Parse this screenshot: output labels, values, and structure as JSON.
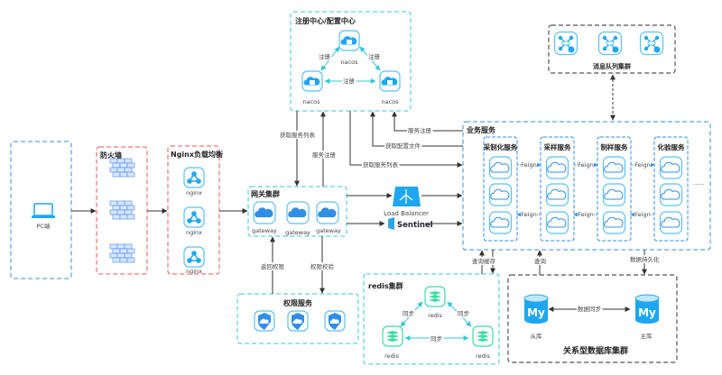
{
  "colors": {
    "blue_border": "#2f8fe8",
    "red_border": "#f05050",
    "cyan_border": "#36c7d9",
    "dark_border": "#555555",
    "icon_blue": "#1ea7f0",
    "redis_green": "#3ddca0"
  },
  "client": {
    "title": "",
    "label": "PC端",
    "icon": "laptop-icon"
  },
  "firewall": {
    "title": "防火墙",
    "icon": "firewall-icon"
  },
  "nginx": {
    "title": "Nginx负载均衡",
    "nodes": [
      "nginx",
      "nginx",
      "nginx"
    ],
    "icon": "share-nodes-icon"
  },
  "registry": {
    "title": "注册中心/配置中心",
    "nodes": [
      "nacos",
      "nacos",
      "nacos"
    ],
    "links": [
      "注册",
      "注册",
      "注册"
    ],
    "icon": "cloud-server-icon"
  },
  "gateway": {
    "title": "网关集群",
    "nodes": [
      "gateway",
      "gateway",
      "gateway"
    ],
    "icon": "cloud-icon"
  },
  "load_balancer": {
    "label": "Load Balancer",
    "icon": "load-balancer-icon"
  },
  "sentinel": {
    "label": "Sentinel",
    "icon": "sentinel-logo-icon"
  },
  "auth": {
    "title": "权限服务",
    "icon": "shield-icon"
  },
  "redis": {
    "title": "redis集群",
    "nodes": [
      "redis",
      "redis",
      "redis"
    ],
    "links": [
      "同步",
      "同步",
      "同步"
    ],
    "icon": "redis-stack-icon"
  },
  "business": {
    "title": "业务服务",
    "services": [
      "采制化服务",
      "采样服务",
      "制样服务",
      "化验服务"
    ],
    "feign": "Feign",
    "more": "......",
    "icon": "cloud-icon"
  },
  "mq": {
    "title": "消息队列集群",
    "icon": "message-hub-icon"
  },
  "database": {
    "title": "关系型数据库集群",
    "slave": "从库",
    "master": "主库",
    "sync": "数据同步",
    "icon": "mysql-icon"
  },
  "edges": {
    "gw_get_list": "获取服务列表",
    "gw_register": "服务注册",
    "biz_register": "服务注册",
    "biz_config": "获取配置文件",
    "biz_get_list": "获取服务列表",
    "auth_return": "返回权限",
    "auth_check": "权限校验",
    "cache_query": "查询缓存",
    "db_query": "查询",
    "persist": "数据持久化"
  }
}
